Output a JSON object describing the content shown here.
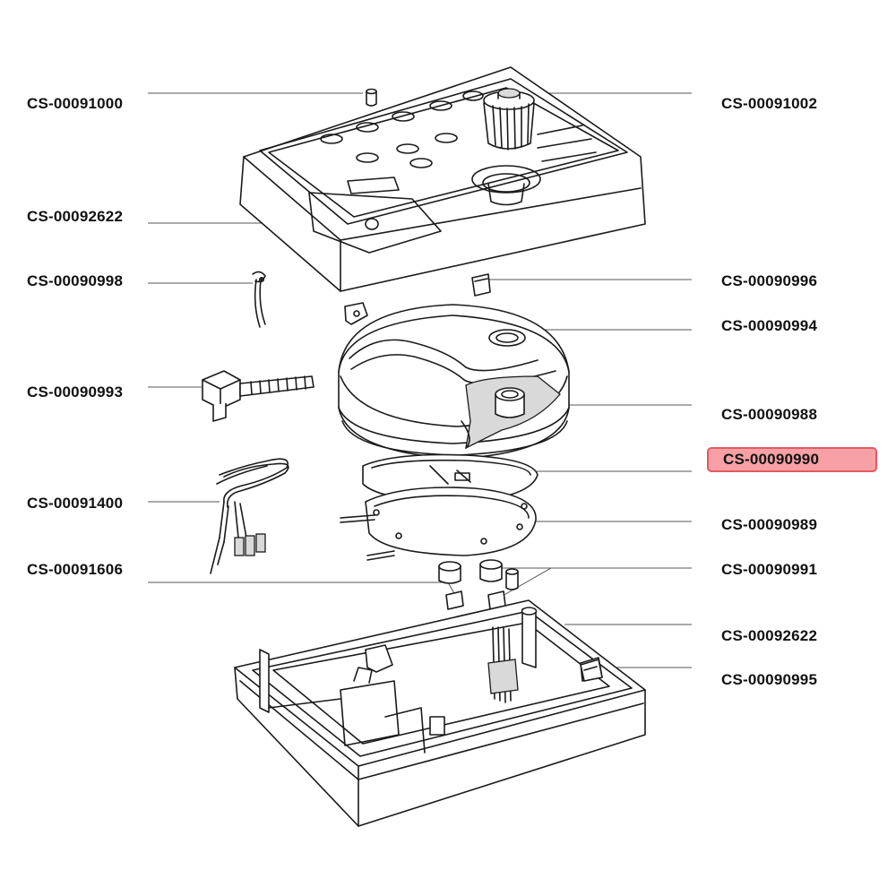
{
  "labels": {
    "cs_00091000": "CS-00091000",
    "cs_00092622_top": "CS-00092622",
    "cs_00090998": "CS-00090998",
    "cs_00090993": "CS-00090993",
    "cs_00091400": "CS-00091400",
    "cs_00091606": "CS-00091606",
    "cs_00091002": "CS-00091002",
    "cs_00090996": "CS-00090996",
    "cs_00090994": "CS-00090994",
    "cs_00090988": "CS-00090988",
    "cs_00090990": "CS-00090990",
    "cs_00090989": "CS-00090989",
    "cs_00090991": "CS-00090991",
    "cs_00092622_bottom": "CS-00092622",
    "cs_00090995": "CS-00090995"
  },
  "selected_part": "CS-00090990",
  "colors": {
    "highlight_fill": "#f7a1a6",
    "highlight_border": "#e25a63",
    "line": "#1a1a1a"
  }
}
